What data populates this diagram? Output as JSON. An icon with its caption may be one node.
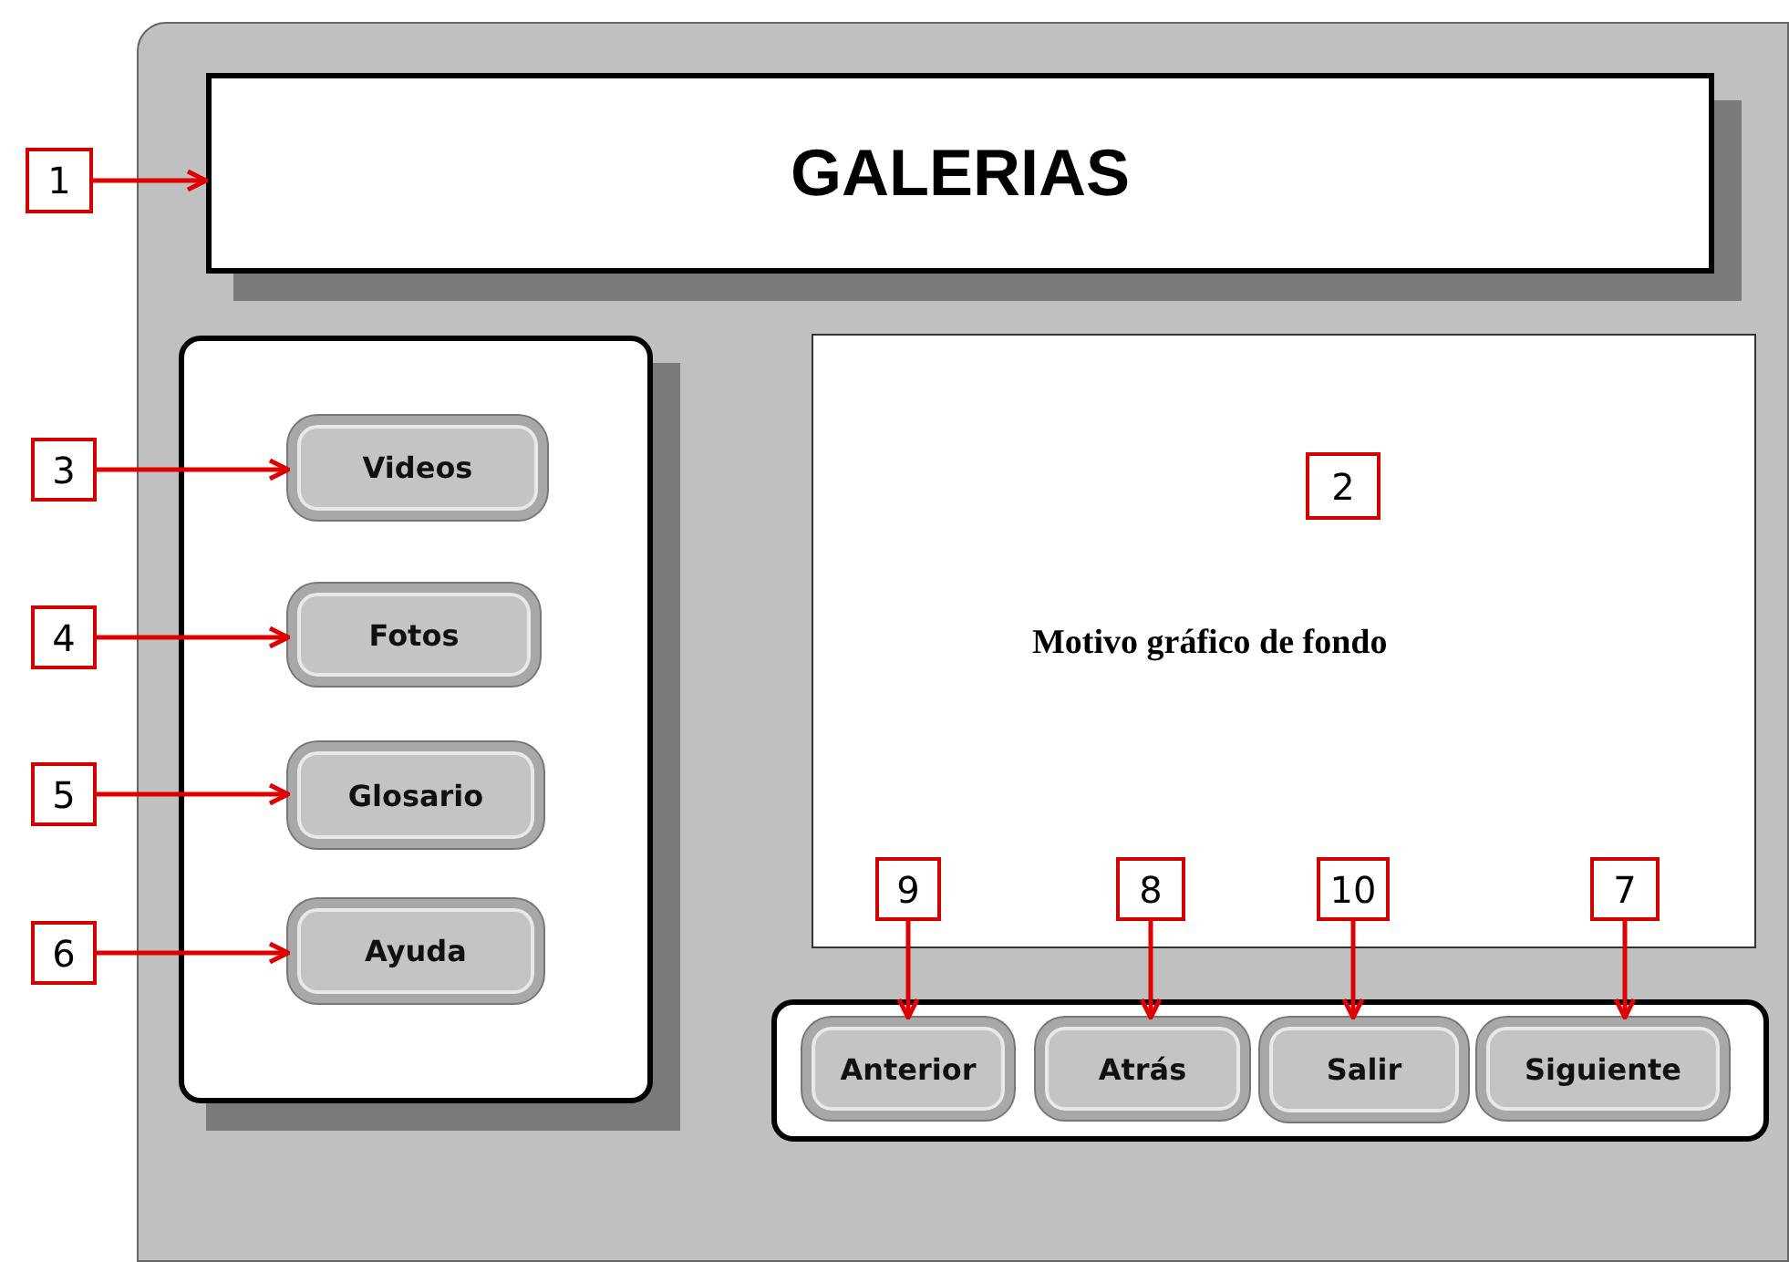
{
  "diagram": {
    "nodes": [
      {
        "text": [
          "1"
        ]
      },
      {
        "text": [
          "GALERIAS"
        ]
      },
      {
        "text": [],
        "shape": "box"
      },
      {
        "text": [
          "Motivo gráfico de fondo"
        ]
      },
      {
        "text": [
          "2"
        ],
        "in": 3
      },
      {
        "text": [
          "3"
        ]
      },
      {
        "text": [
          "Videos"
        ],
        "in": 2
      },
      {
        "text": [
          "4"
        ]
      },
      {
        "text": [
          "Fotos"
        ],
        "in": 2
      },
      {
        "text": [
          "5"
        ]
      },
      {
        "text": [
          "Glosario"
        ],
        "in": 2
      },
      {
        "text": [
          "6"
        ]
      },
      {
        "text": [
          "Ayuda"
        ],
        "in": 2
      },
      {
        "text": [
          "9"
        ],
        "in": 3
      },
      {
        "text": [
          "8"
        ],
        "in": 3
      },
      {
        "text": [
          "10"
        ],
        "in": 3
      },
      {
        "text": [
          "7"
        ],
        "in": 3
      },
      {
        "text": [],
        "shape": "box"
      },
      {
        "text": [
          "Anterior"
        ],
        "in": 17
      },
      {
        "text": [
          "Atrás"
        ],
        "in": 17
      },
      {
        "text": [
          "Salir"
        ],
        "in": 17
      },
      {
        "text": [
          "Siguiente"
        ],
        "in": 17
      }
    ],
    "edges": [
      {
        "from": 0,
        "to": 1,
        "arrow": "to"
      },
      {
        "from": 5,
        "to": 6,
        "arrow": "to"
      },
      {
        "from": 7,
        "to": 8,
        "arrow": "to"
      },
      {
        "from": 9,
        "to": 10,
        "arrow": "to"
      },
      {
        "from": 11,
        "to": 12,
        "arrow": "to"
      },
      {
        "from": 13,
        "to": 18,
        "arrow": "to"
      },
      {
        "from": 14,
        "to": 19,
        "arrow": "to"
      },
      {
        "from": 15,
        "to": 20,
        "arrow": "to"
      },
      {
        "from": 16,
        "to": 21,
        "arrow": "to"
      }
    ]
  }
}
